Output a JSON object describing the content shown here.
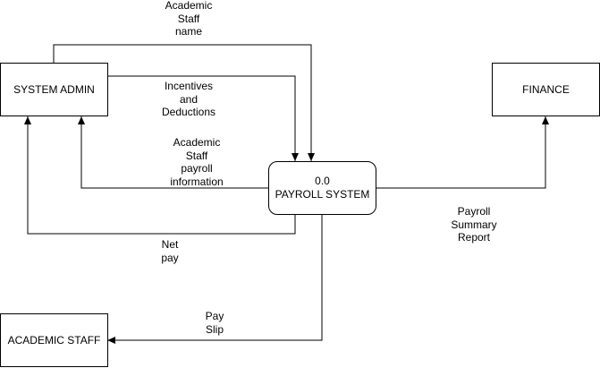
{
  "entities": {
    "system_admin": "SYSTEM ADMIN",
    "finance": "FINANCE",
    "academic_staff": "ACADEMIC STAFF"
  },
  "process": {
    "number": "0.0",
    "name": "PAYROLL SYSTEM"
  },
  "flows": {
    "academic_staff_name": "Academic\nStaff\nname",
    "incentives_deductions": "Incentives\nand\nDeductions",
    "academic_staff_payroll_information": "Academic\nStaff\npayroll\ninformation",
    "net_pay": "Net\npay",
    "payroll_summary_report": "Payroll\nSummary\nReport",
    "pay_slip": "Pay\nSlip"
  }
}
